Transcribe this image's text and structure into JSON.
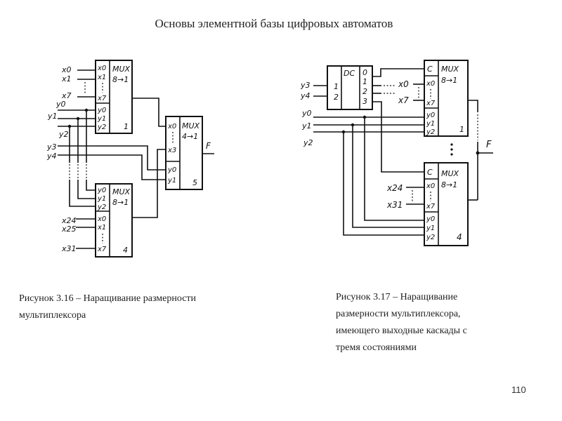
{
  "page": {
    "title": "Основы элементной базы цифровых автоматов",
    "page_number": "110"
  },
  "figure_3_16": {
    "caption_line1": "Рисунок 3.16 – Наращивание размерности",
    "caption_line2": "мультиплексора",
    "mux1": {
      "name": "MUX",
      "ratio": "8→1",
      "number": "1",
      "inputs": [
        "x0",
        "x1",
        "x7"
      ],
      "selects": [
        "y0",
        "y1",
        "y2"
      ]
    },
    "mux4": {
      "name": "MUX",
      "ratio": "8→1",
      "number": "4",
      "inputs": [
        "x0",
        "x1",
        "x7"
      ],
      "selects": [
        "y0",
        "y1",
        "y2"
      ]
    },
    "mux5": {
      "name": "MUX",
      "ratio": "4→1",
      "number": "5",
      "inputs": [
        "x0",
        "x3"
      ],
      "selects": [
        "y0",
        "y1"
      ]
    },
    "external_inputs_top": [
      "x0",
      "x1",
      "x7"
    ],
    "external_inputs_bottom": [
      "x24",
      "x25",
      "x31"
    ],
    "select_signals": [
      "y0",
      "y1",
      "y2",
      "y3",
      "y4"
    ],
    "output": "F"
  },
  "figure_3_17": {
    "caption_lines": [
      "Рисунок 3.17 – Наращивание",
      "размерности мультиплексора,",
      "имеющего выходные каскады с",
      "тремя состояниями"
    ],
    "decoder": {
      "name": "DC",
      "inputs": [
        "1",
        "2"
      ],
      "outputs": [
        "0",
        "1",
        "2",
        "3"
      ]
    },
    "mux1": {
      "name": "MUX",
      "ratio": "8→1",
      "number": "1",
      "control": "C",
      "inputs": [
        "x0",
        "x7"
      ],
      "selects": [
        "y0",
        "y1",
        "y2"
      ]
    },
    "mux4": {
      "name": "MUX",
      "ratio": "8→1",
      "number": "4",
      "control": "C",
      "inputs": [
        "x0",
        "x7"
      ],
      "selects": [
        "y0",
        "y1",
        "y2"
      ]
    },
    "external_inputs_top": [
      "x0",
      "x7"
    ],
    "external_inputs_bottom": [
      "x24",
      "x31"
    ],
    "decoder_inputs": [
      "y3",
      "y4"
    ],
    "select_signals": [
      "y0",
      "y1",
      "y2"
    ],
    "output": "F"
  }
}
